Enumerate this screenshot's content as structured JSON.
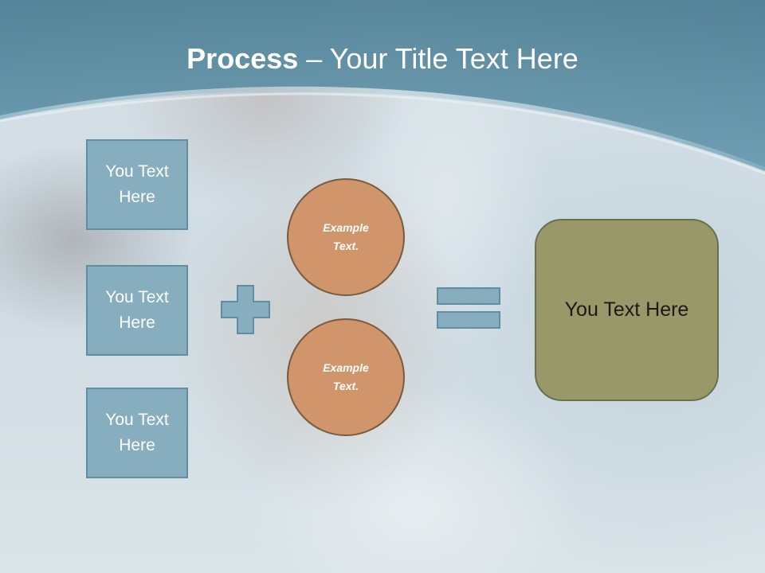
{
  "title": {
    "strong": "Process",
    "rest": " – Your Title Text Here"
  },
  "side_boxes": [
    {
      "label": "You Text Here"
    },
    {
      "label": "You Text Here"
    },
    {
      "label": "You Text Here"
    }
  ],
  "operators": {
    "plus": "plus-icon",
    "equals": "equals-icon"
  },
  "circles": [
    {
      "label": "Example Text."
    },
    {
      "label": "Example Text."
    }
  ],
  "result": {
    "label": "You Text Here"
  },
  "colors": {
    "header": "#5d8ea3",
    "box_fill": "#87aebf",
    "box_border": "#5f8ea3",
    "circle_fill": "#d0956a",
    "circle_border": "#7a5a3c",
    "result_fill": "#999868",
    "result_border": "#67714f"
  }
}
